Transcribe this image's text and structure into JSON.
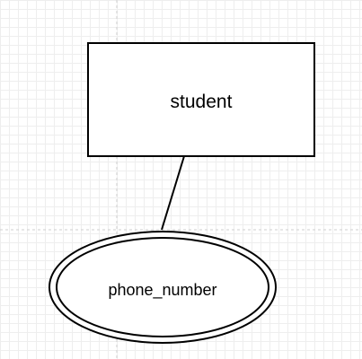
{
  "diagram": {
    "entity": {
      "label": "student",
      "shape": "rectangle"
    },
    "attribute": {
      "label": "phone_number",
      "shape": "double-ellipse",
      "kind": "multivalued"
    },
    "relationship": {
      "from": "student",
      "to": "phone_number"
    }
  },
  "colors": {
    "stroke": "#000000",
    "fill": "#ffffff",
    "grid": "#eeeeee",
    "guide": "#cfcfcf"
  }
}
